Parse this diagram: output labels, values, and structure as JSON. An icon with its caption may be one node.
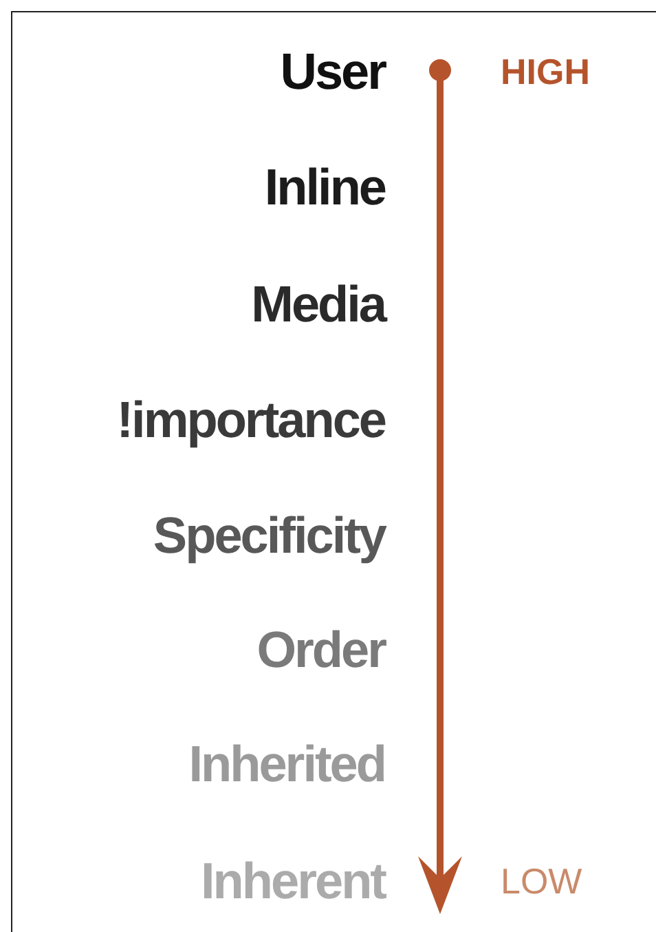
{
  "diagram": {
    "labels": [
      "User",
      "HIGH",
      "Inline",
      "Media",
      "!importance",
      "Specificity",
      "Order",
      "Inherited",
      "Inherent",
      "LOW"
    ]
  }
}
